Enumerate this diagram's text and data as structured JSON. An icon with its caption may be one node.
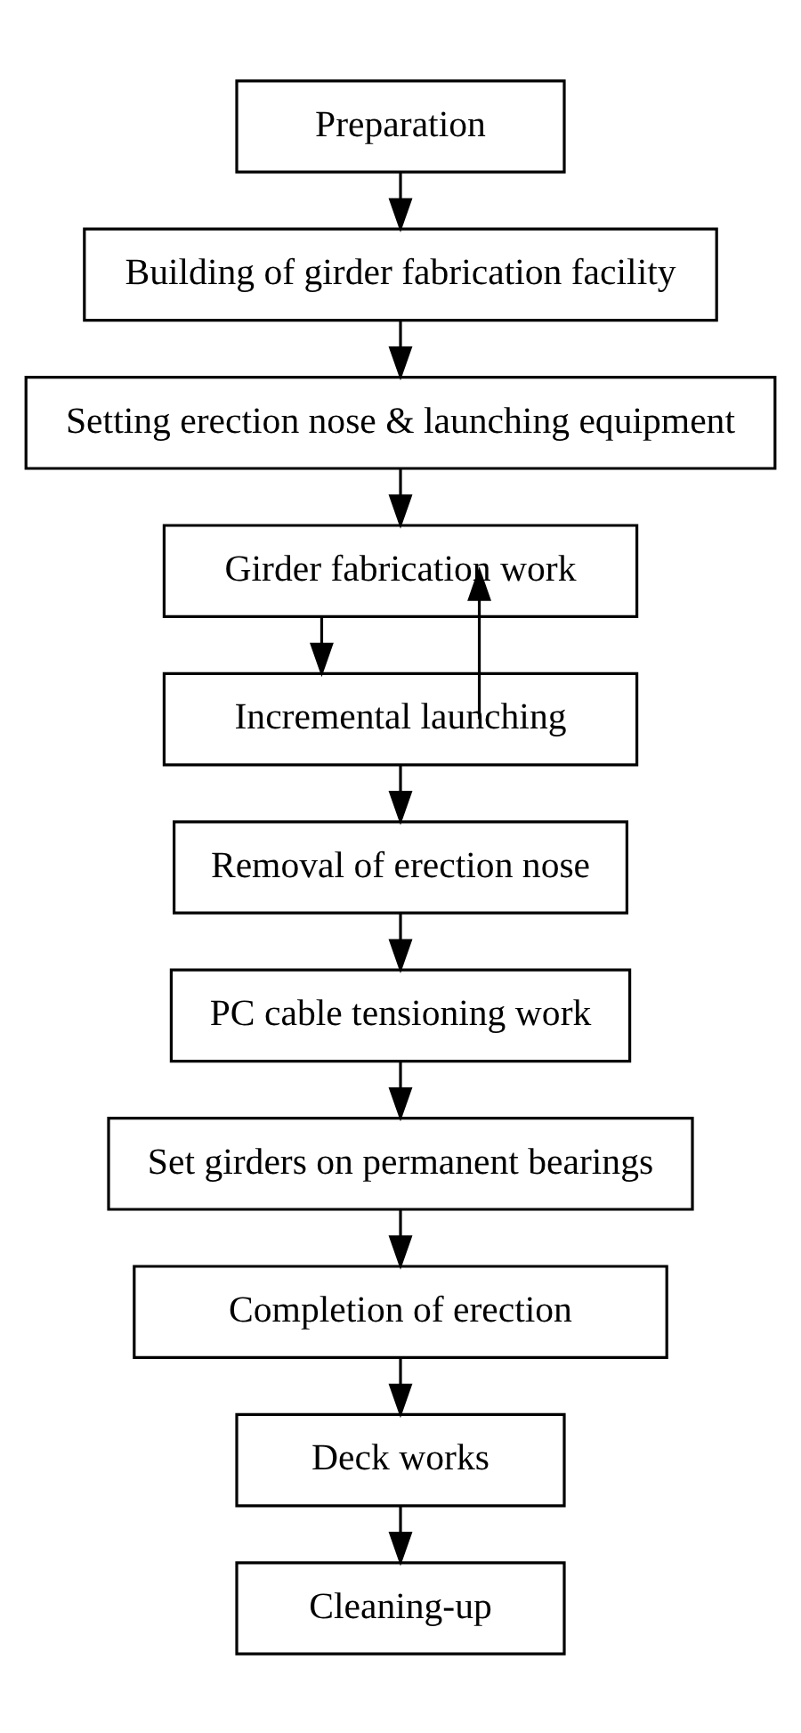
{
  "diagram": {
    "nodes": [
      {
        "text": [
          "Preparation"
        ]
      },
      {
        "text": [
          "Building of girder fabrication facility"
        ]
      },
      {
        "text": [
          "Setting erection nose & launching equipment"
        ]
      },
      {
        "text": [
          "Girder fabrication work"
        ]
      },
      {
        "text": [
          "Incremental launching"
        ]
      },
      {
        "text": [
          "Removal of erection nose"
        ]
      },
      {
        "text": [
          "PC cable tensioning work"
        ]
      },
      {
        "text": [
          "Set girders on permanent bearings"
        ]
      },
      {
        "text": [
          "Completion of erection"
        ]
      },
      {
        "text": [
          "Deck works"
        ]
      },
      {
        "text": [
          "Cleaning-up"
        ]
      }
    ],
    "edges": [
      {
        "from": 0,
        "to": 1,
        "arrow": "to"
      },
      {
        "from": 1,
        "to": 2,
        "arrow": "to"
      },
      {
        "from": 2,
        "to": 3,
        "arrow": "to"
      },
      {
        "from": 3,
        "to": 4,
        "arrow": "to"
      },
      {
        "from": 4,
        "to": 3,
        "arrow": "to"
      },
      {
        "from": 4,
        "to": 5,
        "arrow": "to"
      },
      {
        "from": 5,
        "to": 6,
        "arrow": "to"
      },
      {
        "from": 6,
        "to": 7,
        "arrow": "to"
      },
      {
        "from": 7,
        "to": 8,
        "arrow": "to"
      },
      {
        "from": 8,
        "to": 9,
        "arrow": "to"
      },
      {
        "from": 9,
        "to": 10,
        "arrow": "to"
      }
    ]
  }
}
